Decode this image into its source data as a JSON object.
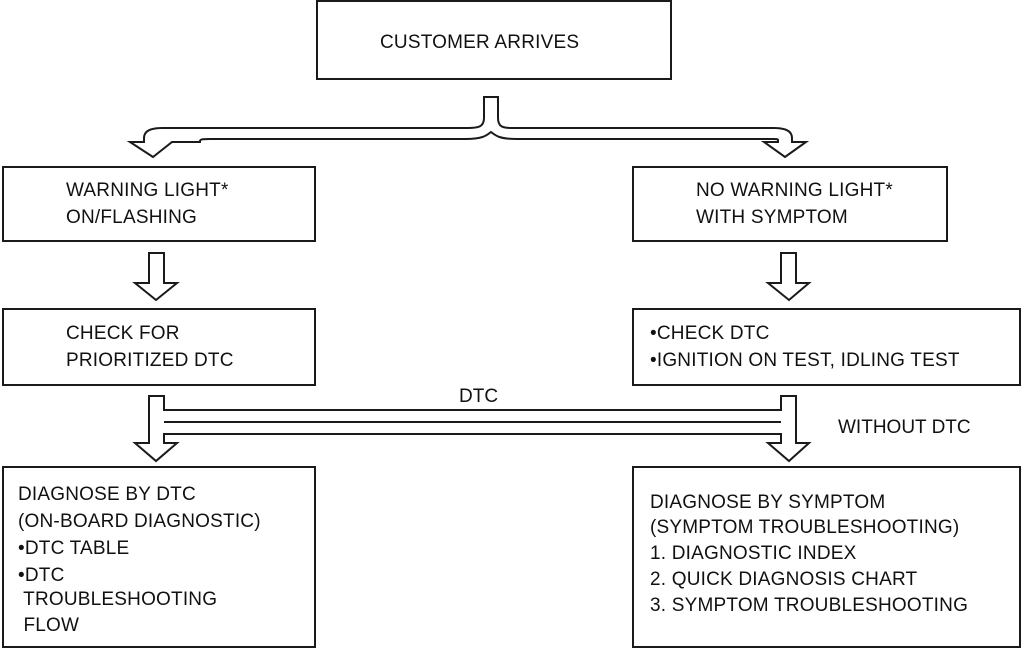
{
  "start": {
    "label": "CUSTOMER ARRIVES"
  },
  "left_branch": {
    "warning": {
      "lines": [
        "WARNING LIGHT*",
        "ON/FLASHING"
      ]
    },
    "check": {
      "lines": [
        "CHECK FOR",
        "PRIORITIZED DTC"
      ]
    },
    "diagnose": {
      "lines": [
        "DIAGNOSE BY DTC",
        "(ON-BOARD DIAGNOSTIC)",
        "•DTC TABLE",
        "•DTC",
        " TROUBLESHOOTING",
        " FLOW"
      ]
    }
  },
  "right_branch": {
    "warning": {
      "lines": [
        "NO WARNING LIGHT*",
        "WITH SYMPTOM"
      ]
    },
    "check": {
      "lines": [
        "•CHECK DTC",
        "•IGNITION ON TEST, IDLING TEST"
      ]
    },
    "diagnose": {
      "lines": [
        "DIAGNOSE BY SYMPTOM",
        "(SYMPTOM TROUBLESHOOTING)",
        "1. DIAGNOSTIC INDEX",
        "2. QUICK DIAGNOSIS CHART",
        "3. SYMPTOM TROUBLESHOOTING"
      ]
    }
  },
  "edge_labels": {
    "dtc": "DTC",
    "without_dtc": "WITHOUT DTC"
  }
}
